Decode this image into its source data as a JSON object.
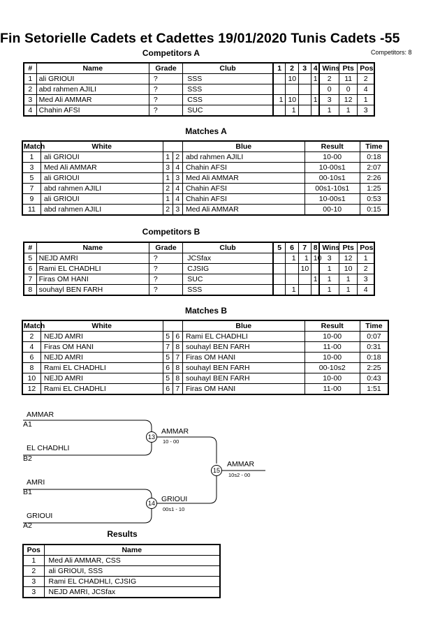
{
  "title": "Fin Setorielle Cadets et Cadettes  19/01/2020  Tunis   Cadets -55",
  "competitors_a": {
    "title": "Competitors A",
    "count_label": "Competitors: 8",
    "headers": [
      "#",
      "Name",
      "Grade",
      "Club",
      "1",
      "2",
      "3",
      "4",
      "Wins",
      "Pts",
      "Pos"
    ],
    "rows": [
      [
        "1",
        "ali GRIOUI",
        "?",
        "SSS",
        "",
        "10",
        "",
        "1",
        "2",
        "11",
        "2"
      ],
      [
        "2",
        "abd rahmen AJILI",
        "?",
        "SSS",
        "",
        "",
        "",
        "",
        "0",
        "0",
        "4"
      ],
      [
        "3",
        "Med Ali AMMAR",
        "?",
        "CSS",
        "1",
        "10",
        "",
        "1",
        "3",
        "12",
        "1"
      ],
      [
        "4",
        "Chahin AFSI",
        "?",
        "SUC",
        "",
        "1",
        "",
        "",
        "1",
        "1",
        "3"
      ]
    ]
  },
  "matches_a": {
    "title": "Matches A",
    "headers": [
      "Match",
      "White",
      "",
      "",
      "Blue",
      "Result",
      "Time"
    ],
    "rows": [
      [
        "1",
        "ali GRIOUI",
        "1",
        "2",
        "abd rahmen AJILI",
        "10-00",
        "0:18"
      ],
      [
        "3",
        "Med Ali AMMAR",
        "3",
        "4",
        "Chahin AFSI",
        "10-00s1",
        "2:07"
      ],
      [
        "5",
        "ali GRIOUI",
        "1",
        "3",
        "Med Ali AMMAR",
        "00-10s1",
        "2:26"
      ],
      [
        "7",
        "abd rahmen AJILI",
        "2",
        "4",
        "Chahin AFSI",
        "00s1-10s1",
        "1:25"
      ],
      [
        "9",
        "ali GRIOUI",
        "1",
        "4",
        "Chahin AFSI",
        "10-00s1",
        "0:53"
      ],
      [
        "11",
        "abd rahmen AJILI",
        "2",
        "3",
        "Med Ali AMMAR",
        "00-10",
        "0:15"
      ]
    ]
  },
  "competitors_b": {
    "title": "Competitors B",
    "headers": [
      "#",
      "Name",
      "Grade",
      "Club",
      "5",
      "6",
      "7",
      "8",
      "Wins",
      "Pts",
      "Pos"
    ],
    "rows": [
      [
        "5",
        "NEJD AMRI",
        "?",
        "JCSfax",
        "",
        "1",
        "1",
        "10",
        "3",
        "12",
        "1"
      ],
      [
        "6",
        "Rami EL CHADHLI",
        "?",
        "CJSIG",
        "",
        "",
        "10",
        "",
        "1",
        "10",
        "2"
      ],
      [
        "7",
        "Firas OM HANI",
        "?",
        "SUC",
        "",
        "",
        "",
        "1",
        "1",
        "1",
        "3"
      ],
      [
        "8",
        "souhayl BEN FARH",
        "?",
        "SSS",
        "",
        "1",
        "",
        "",
        "1",
        "1",
        "4"
      ]
    ]
  },
  "matches_b": {
    "title": "Matches B",
    "headers": [
      "Match",
      "White",
      "",
      "",
      "Blue",
      "Result",
      "Time"
    ],
    "rows": [
      [
        "2",
        "NEJD AMRI",
        "5",
        "6",
        "Rami EL CHADHLI",
        "10-00",
        "0:07"
      ],
      [
        "4",
        "Firas OM HANI",
        "7",
        "8",
        "souhayl BEN FARH",
        "11-00",
        "0:31"
      ],
      [
        "6",
        "NEJD AMRI",
        "5",
        "7",
        "Firas OM HANI",
        "10-00",
        "0:18"
      ],
      [
        "8",
        "Rami EL CHADHLI",
        "6",
        "8",
        "souhayl BEN FARH",
        "00-10s2",
        "2:25"
      ],
      [
        "10",
        "NEJD AMRI",
        "5",
        "8",
        "souhayl BEN FARH",
        "10-00",
        "0:43"
      ],
      [
        "12",
        "Rami EL CHADHLI",
        "6",
        "7",
        "Firas OM HANI",
        "11-00",
        "1:51"
      ]
    ]
  },
  "bracket": {
    "semi1_top_name": "AMMAR",
    "semi1_top_seed": "A1",
    "semi1_bottom_name": "EL CHADHLI",
    "semi1_bottom_seed": "B2",
    "semi1_match": "13",
    "semi1_winner": "AMMAR",
    "semi1_score": "10 - 00",
    "semi2_top_name": "AMRI",
    "semi2_top_seed": "B1",
    "semi2_bottom_name": "GRIOUI",
    "semi2_bottom_seed": "A2",
    "semi2_match": "14",
    "semi2_winner": "GRIOUI",
    "semi2_score": "00s1 - 10",
    "final_match": "15",
    "final_winner": "AMMAR",
    "final_score": "10s2 - 00"
  },
  "results": {
    "title": "Results",
    "headers": [
      "Pos",
      "Name"
    ],
    "rows": [
      [
        "1",
        "Med Ali AMMAR, CSS"
      ],
      [
        "2",
        "ali GRIOUI, SSS"
      ],
      [
        "3",
        "Rami EL CHADHLI, CJSIG"
      ],
      [
        "3",
        "NEJD AMRI, JCSfax"
      ]
    ]
  }
}
